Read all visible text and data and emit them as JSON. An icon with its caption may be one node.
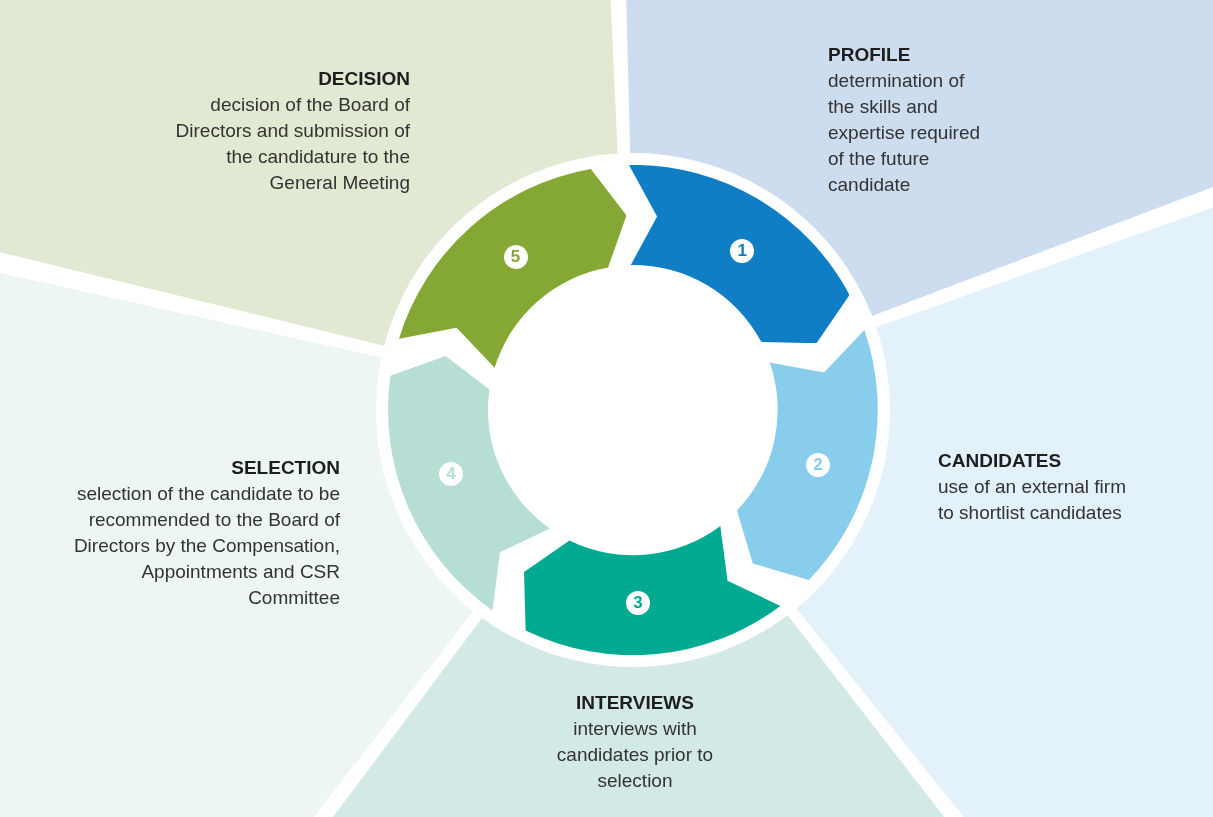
{
  "diagram": {
    "nodes": [
      {
        "text": [
          "PROFILE",
          "determination of the skills and expertise required of the future candidate"
        ]
      },
      {
        "text": [
          "CANDIDATES",
          "use of an external firm to shortlist candidates"
        ]
      },
      {
        "text": [
          "INTERVIEWS",
          "interviews with candidates prior to selection"
        ]
      },
      {
        "text": [
          "SELECTION",
          "selection of the candidate to be recommended to the Board of Directors by the Compensation, Appointments and CSR Committee"
        ]
      },
      {
        "text": [
          "DECISION",
          "decision of the Board of Directors and submission of the candidature to the General Meeting"
        ]
      },
      {
        "text": [
          "1"
        ]
      },
      {
        "text": [
          "2"
        ]
      },
      {
        "text": [
          "3"
        ]
      },
      {
        "text": [
          "4"
        ]
      },
      {
        "text": [
          "5"
        ]
      }
    ]
  }
}
